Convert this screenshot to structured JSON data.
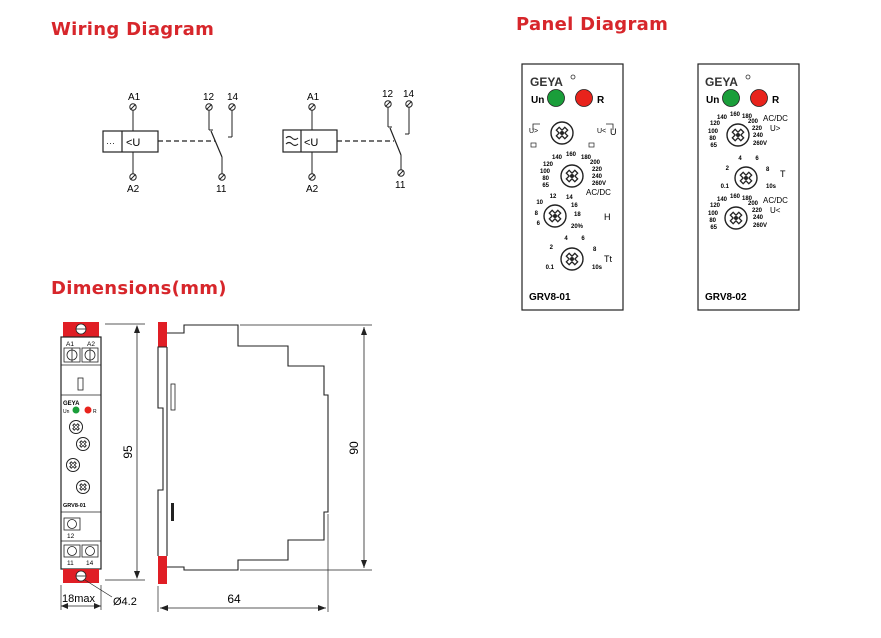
{
  "headings": {
    "wiring": "Wiring Diagram",
    "panel": "Panel Diagram",
    "dimensions": "Dimensions(mm)"
  },
  "wiring": {
    "left": {
      "a1": "A1",
      "a2": "A2",
      "symbol": "<U",
      "t12": "12",
      "t14": "14",
      "t11": "11"
    },
    "right": {
      "a1": "A1",
      "a2": "A2",
      "symbol": "<U",
      "t12": "12",
      "t14": "14",
      "t11": "11"
    }
  },
  "panel01": {
    "brand": "GEYA",
    "led_un": "Un",
    "led_r": "R",
    "u_label": "U",
    "u_minus": "U>",
    "u_plus": "U<",
    "scale_ac": [
      "65",
      "80",
      "100",
      "120",
      "140",
      "160",
      "180",
      "200",
      "220",
      "240",
      "260V"
    ],
    "acdc": "AC/DC",
    "scale_h": [
      "6",
      "8",
      "10",
      "12",
      "14",
      "16",
      "18",
      "20%"
    ],
    "h_label": "H",
    "scale_t": [
      "0.1",
      "2",
      "4",
      "6",
      "8",
      "10s"
    ],
    "t_label": "Tt",
    "model": "GRV8-01",
    "colors": {
      "un": "#1a9e3a",
      "r": "#e8231c"
    }
  },
  "panel02": {
    "brand": "GEYA",
    "led_un": "Un",
    "led_r": "R",
    "acdc_top": "AC/DC",
    "u_over": "U>",
    "scale_ac_top": [
      "65",
      "80",
      "100",
      "120",
      "140",
      "160",
      "180",
      "200",
      "220",
      "240",
      "260V"
    ],
    "scale_t": [
      "0.1",
      "2",
      "4",
      "6",
      "8",
      "10s"
    ],
    "t_label": "T",
    "acdc_bot": "AC/DC",
    "u_under": "U<",
    "scale_ac_bot": [
      "65",
      "80",
      "100",
      "120",
      "140",
      "160",
      "180",
      "200",
      "220",
      "240",
      "260V"
    ],
    "model": "GRV8-02",
    "colors": {
      "un": "#1a9e3a",
      "r": "#e8231c"
    }
  },
  "dimensions": {
    "height_95": "95",
    "height_90": "90",
    "width_18": "18max",
    "hole": "Ø4.2",
    "depth_64": "64",
    "front": {
      "a1": "A1",
      "a2": "A2",
      "brand": "GEYA",
      "un": "Un",
      "r": "R",
      "model": "GRV8-01",
      "t12": "12",
      "t11": "11",
      "t14": "14"
    }
  }
}
